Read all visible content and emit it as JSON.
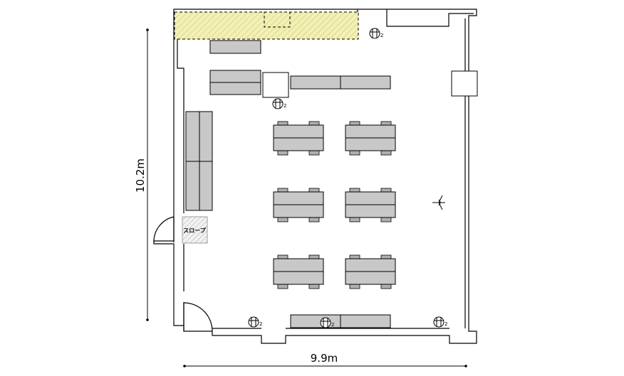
{
  "dimensions": {
    "width_label": "9.9m",
    "height_label": "10.2m"
  },
  "ramp_label": "スロープ",
  "outlet_count_label": "2",
  "outlets": [
    "outlet-top-right",
    "outlet-center-top",
    "outlet-bottom-left",
    "outlet-bottom-center",
    "outlet-bottom-right"
  ],
  "colors": {
    "storage_area": "#f3f0b3",
    "furniture": "#c8c8c8",
    "wall": "#000000"
  }
}
